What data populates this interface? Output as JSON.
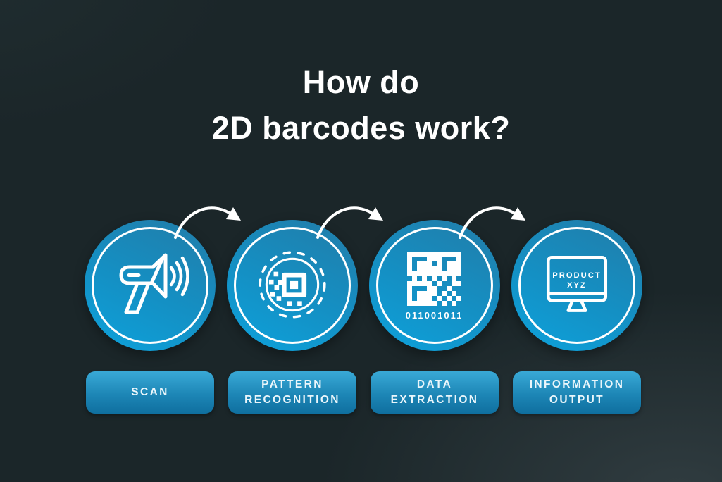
{
  "title": {
    "line1": "How do",
    "line2": "2D barcodes work?"
  },
  "steps": [
    {
      "id": "scan",
      "label": "SCAN",
      "icon": "barcode-scanner-icon"
    },
    {
      "id": "pattern-recognition",
      "label": "PATTERN\nRECOGNITION",
      "icon": "qr-finder-pattern-icon"
    },
    {
      "id": "data-extraction",
      "label": "DATA\nEXTRACTION",
      "icon": "qr-code-icon",
      "binary_text": "011001011"
    },
    {
      "id": "information-output",
      "label": "INFORMATION\nOUTPUT",
      "icon": "monitor-icon",
      "screen_text_line1": "PRODUCT",
      "screen_text_line2": "XYZ"
    }
  ],
  "colors": {
    "background": "#1B2629",
    "background_glow": "#303C40",
    "circle_blue_dark": "#217CA8",
    "circle_blue_light": "#0DA2DC",
    "pill_blue_top": "#39A9D6",
    "pill_blue_bottom": "#0F6F9F",
    "stroke_white": "#FFFFFF"
  }
}
